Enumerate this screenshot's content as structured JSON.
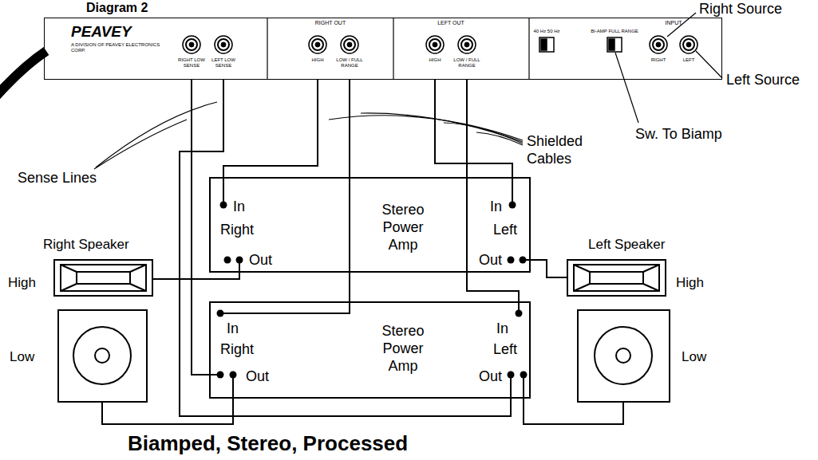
{
  "diagram": {
    "title": "Diagram 2",
    "caption": "Biamped, Stereo, Processed",
    "nodes": [
      {
        "text": [
          "PEAVEY",
          "A DIVISION OF PEAVEY ELECTRONICS CORP."
        ]
      },
      {
        "text": [
          "Right Speaker",
          "High"
        ]
      },
      {
        "text": [
          "In",
          "Right",
          "Out",
          "Stereo Power Amp",
          "In",
          "Left",
          "Out"
        ]
      },
      {
        "text": [
          "Left Speaker",
          "High"
        ]
      },
      {
        "text": [
          "Low"
        ]
      },
      {
        "text": [
          "In",
          "Right",
          "Out",
          "Stereo Power Amp",
          "In",
          "Left",
          "Out"
        ]
      },
      {
        "text": [
          "Low"
        ]
      }
    ],
    "edges": [
      {
        "from": 0,
        "to": 2,
        "arrow": "none"
      },
      {
        "from": 0,
        "to": 5,
        "arrow": "none"
      },
      {
        "from": 0,
        "to": 2,
        "arrow": "none"
      },
      {
        "from": 0,
        "to": 5,
        "arrow": "none"
      },
      {
        "from": 0,
        "to": 5,
        "arrow": "none"
      },
      {
        "from": 0,
        "to": 5,
        "arrow": "none"
      },
      {
        "from": 2,
        "to": 1,
        "arrow": "none"
      },
      {
        "from": 2,
        "to": 3,
        "arrow": "none"
      },
      {
        "from": 5,
        "to": 4,
        "arrow": "none"
      },
      {
        "from": 5,
        "to": 6,
        "arrow": "none"
      }
    ],
    "labels": [
      "RIGHT LOW SENSE",
      "LEFT LOW SENSE",
      "RIGHT OUT",
      "HIGH",
      "LOW / FULL RANGE",
      "LEFT OUT",
      "HIGH",
      "LOW / FULL RANGE",
      "40 Hz 50 Hz",
      "BI-AMP FULL RANGE",
      "INPUT",
      "RIGHT",
      "LEFT",
      "Right Source",
      "Left Source",
      "Sw. To Biamp",
      "Shielded Cables",
      "Sense Lines"
    ]
  }
}
